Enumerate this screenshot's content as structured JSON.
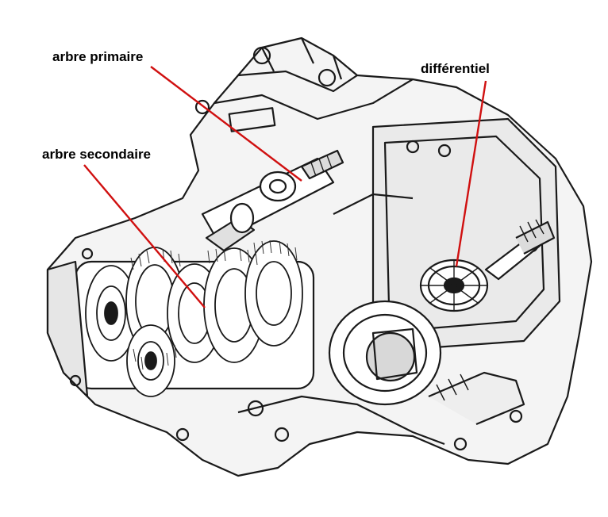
{
  "labels": {
    "primary_shaft": "arbre primaire",
    "secondary_shaft": "arbre secondaire",
    "differential": "différentiel"
  },
  "colors": {
    "leader_line": "#d01010",
    "ink": "#1a1a1a",
    "paper": "#ffffff",
    "shade": "#cfcfcf"
  },
  "illustration": {
    "subject": "gearbox-cutaway-drawing"
  }
}
